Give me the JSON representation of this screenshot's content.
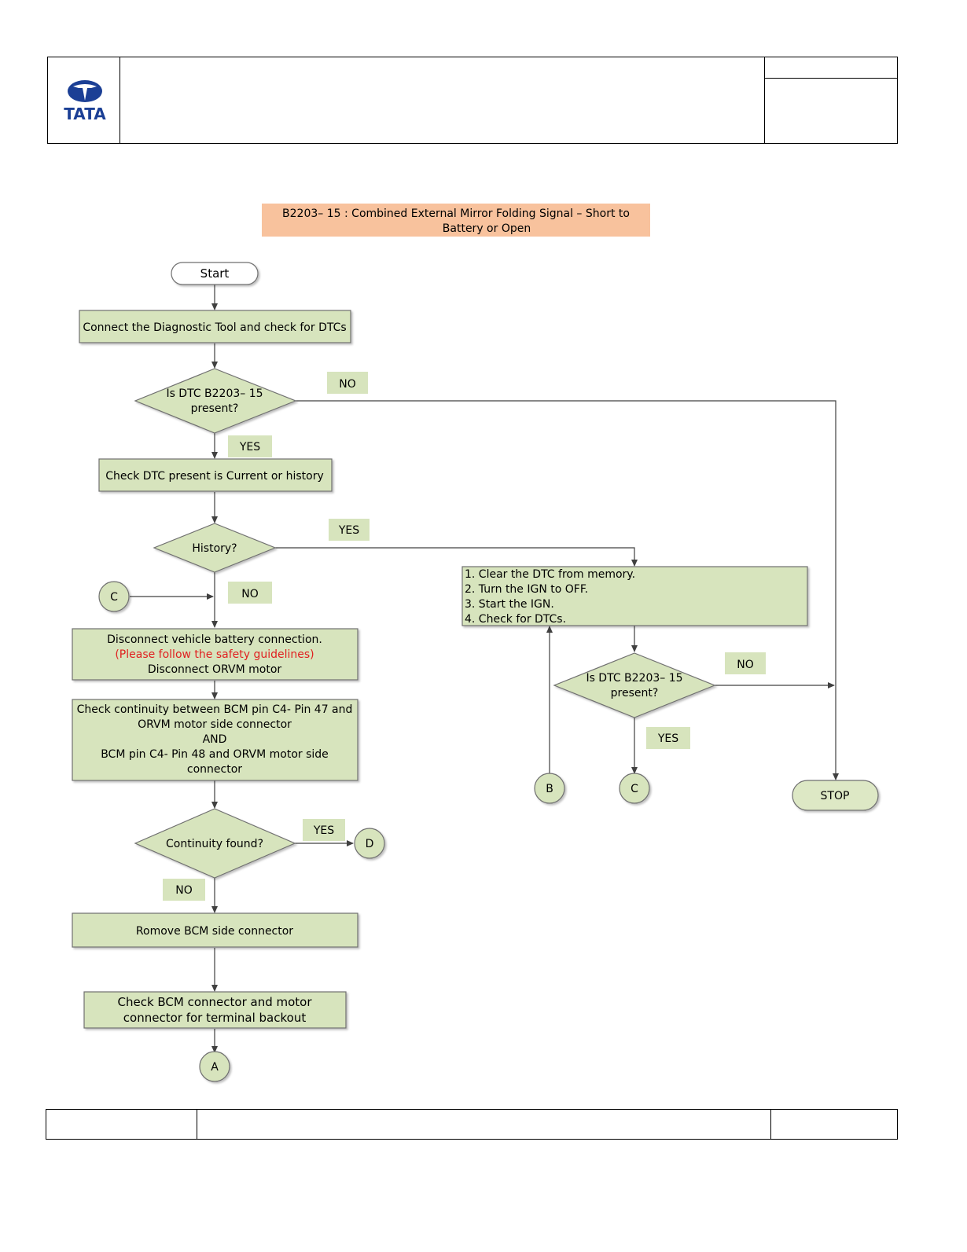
{
  "header": {
    "logo_text": "TATA",
    "brand_color": "#1b3f95"
  },
  "colors": {
    "box_fill": "#d7e4bd",
    "box_stroke": "#6f6f6f",
    "title_fill": "#f8c29d",
    "terminal_fill": "#dde8c5",
    "warning_text": "#e02020",
    "line": "#404040"
  },
  "flowchart": {
    "title_line1": "B2203– 15 : Combined External Mirror Folding Signal – Short to",
    "title_line2": "Battery or Open",
    "start": "Start",
    "step_connect": "Connect the Diagnostic Tool and check for DTCs",
    "decision_present_1": "Is DTC B2203– 15",
    "decision_present_2": "present?",
    "label_no_1": "NO",
    "label_yes_1": "YES",
    "step_check_current": "Check DTC present is Current or history",
    "decision_history": "History?",
    "label_yes_history": "YES",
    "label_no_history": "NO",
    "connector_c_in": "C",
    "clear_steps": [
      "1. Clear the DTC from memory.",
      "2. Turn the IGN to OFF.",
      "3. Start the IGN.",
      "4. Check for DTCs."
    ],
    "decision2_present_1": "Is DTC B2203– 15",
    "decision2_present_2": "present?",
    "label_no_2": "NO",
    "label_yes_2": "YES",
    "connector_b": "B",
    "connector_c_out": "C",
    "stop": "STOP",
    "step_disconnect_1": "Disconnect vehicle battery connection.",
    "step_disconnect_warning": "(Please follow the safety guidelines)",
    "step_disconnect_2": "Disconnect ORVM motor",
    "step_continuity": [
      "Check continuity between BCM pin C4- Pin 47 and",
      "ORVM motor side connector",
      "AND",
      "BCM pin C4- Pin 48 and ORVM motor  side",
      "connector"
    ],
    "decision_continuity": "Continuity found?",
    "label_yes_continuity": "YES",
    "connector_d": "D",
    "label_no_continuity": "NO",
    "step_remove": "Romove BCM side connector",
    "step_backout_1": "Check BCM connector and motor",
    "step_backout_2": "connector for terminal backout",
    "connector_a": "A"
  }
}
